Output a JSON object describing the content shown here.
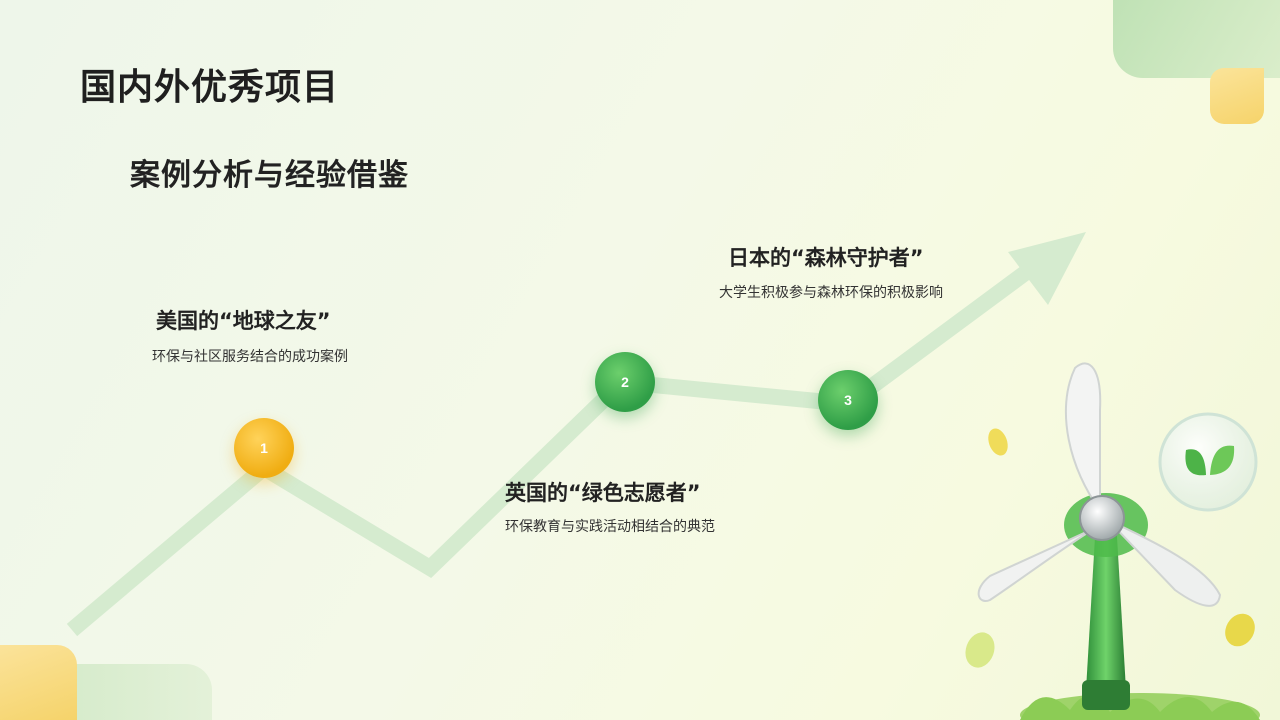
{
  "header": {
    "title": "国内外优秀项目",
    "subtitle": "案例分析与经验借鉴"
  },
  "items": [
    {
      "number": "1",
      "title": "美国的“地球之友”",
      "desc": "环保与社区服务结合的成功案例"
    },
    {
      "number": "2",
      "title": "英国的“绿色志愿者”",
      "desc": "环保教育与实践活动相结合的典范"
    },
    {
      "number": "3",
      "title": "日本的“森林守护者”",
      "desc": "大学生积极参与森林环保的积极影响"
    }
  ],
  "colors": {
    "accent_yellow": "#f0ad12",
    "accent_green": "#2f9e47",
    "trend_line": "#d6ecd0"
  },
  "icons": {
    "trend_arrow": "up-right-arrow",
    "decoration": "wind-turbine",
    "badge": "leaf-icon"
  }
}
